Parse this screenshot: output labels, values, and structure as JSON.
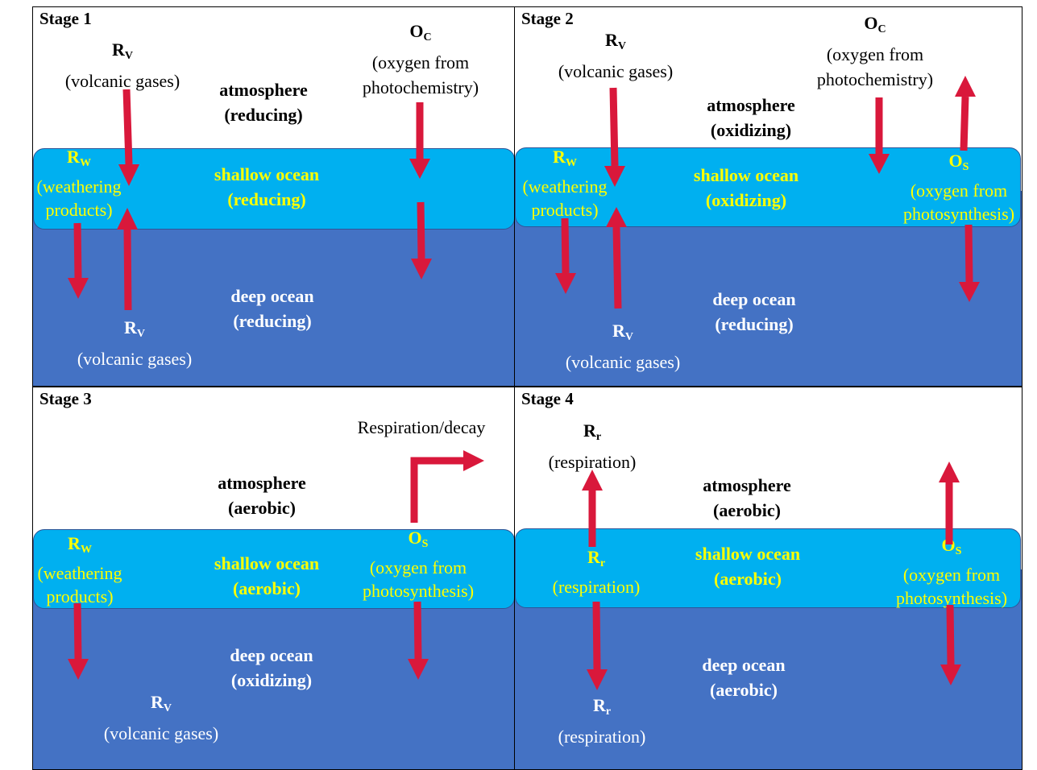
{
  "arrow_color": "#d9183b",
  "colors": {
    "shallow_ocean": "#00b0f0",
    "deep_ocean": "#4472c4",
    "ocean_label": "#ffff00",
    "deep_label": "#ffffff"
  },
  "panels": [
    {
      "stage": "Stage 1",
      "atmosphere": {
        "name": "atmosphere",
        "state": "(reducing)"
      },
      "shallow": {
        "name": "shallow ocean",
        "state": "(reducing)"
      },
      "deep": {
        "name": "deep ocean",
        "state": "(reducing)"
      },
      "labels": {
        "rv_top_sym": "R",
        "rv_top_sub": "V",
        "rv_top_desc": "(volcanic gases)",
        "oc_sym": "O",
        "oc_sub": "C",
        "oc_desc1": "(oxygen from",
        "oc_desc2": "photochemistry)",
        "rw_sym": "R",
        "rw_sub": "W",
        "rw_desc1": "(weathering",
        "rw_desc2": "products)",
        "rv_bot_sym": "R",
        "rv_bot_sub": "V",
        "rv_bot_desc": "(volcanic gases)"
      }
    },
    {
      "stage": "Stage 2",
      "atmosphere": {
        "name": "atmosphere",
        "state": "(oxidizing)"
      },
      "shallow": {
        "name": "shallow ocean",
        "state": "(oxidizing)"
      },
      "deep": {
        "name": "deep ocean",
        "state": "(reducing)"
      },
      "labels": {
        "rv_top_sym": "R",
        "rv_top_sub": "V",
        "rv_top_desc": "(volcanic gases)",
        "oc_sym": "O",
        "oc_sub": "C",
        "oc_desc1": "(oxygen from",
        "oc_desc2": "photochemistry)",
        "rw_sym": "R",
        "rw_sub": "W",
        "rw_desc1": "(weathering",
        "rw_desc2": "products)",
        "os_sym": "O",
        "os_sub": "S",
        "os_desc1": "(oxygen from",
        "os_desc2": "photosynthesis)",
        "rv_bot_sym": "R",
        "rv_bot_sub": "V",
        "rv_bot_desc": "(volcanic gases)"
      }
    },
    {
      "stage": "Stage 3",
      "atmosphere": {
        "name": "atmosphere",
        "state": "(aerobic)"
      },
      "shallow": {
        "name": "shallow ocean",
        "state": "(aerobic)"
      },
      "deep": {
        "name": "deep ocean",
        "state": "(oxidizing)"
      },
      "labels": {
        "resp_decay": "Respiration/decay",
        "rw_sym": "R",
        "rw_sub": "W",
        "rw_desc1": "(weathering",
        "rw_desc2": "products)",
        "os_sym": "O",
        "os_sub": "S",
        "os_desc1": "(oxygen from",
        "os_desc2": "photosynthesis)",
        "rv_bot_sym": "R",
        "rv_bot_sub": "V",
        "rv_bot_desc": "(volcanic gases)"
      }
    },
    {
      "stage": "Stage 4",
      "atmosphere": {
        "name": "atmosphere",
        "state": "(aerobic)"
      },
      "shallow": {
        "name": "shallow ocean",
        "state": "(aerobic)"
      },
      "deep": {
        "name": "deep ocean",
        "state": "(aerobic)"
      },
      "labels": {
        "rr_top_sym": "R",
        "rr_top_sub": "r",
        "rr_top_desc": "(respiration)",
        "rr_mid_sym": "R",
        "rr_mid_sub": "r",
        "rr_mid_desc": "(respiration)",
        "os_sym": "O",
        "os_sub": "S",
        "os_desc1": "(oxygen from",
        "os_desc2": "photosynthesis)",
        "rr_bot_sym": "R",
        "rr_bot_sub": "r",
        "rr_bot_desc": "(respiration)"
      }
    }
  ]
}
